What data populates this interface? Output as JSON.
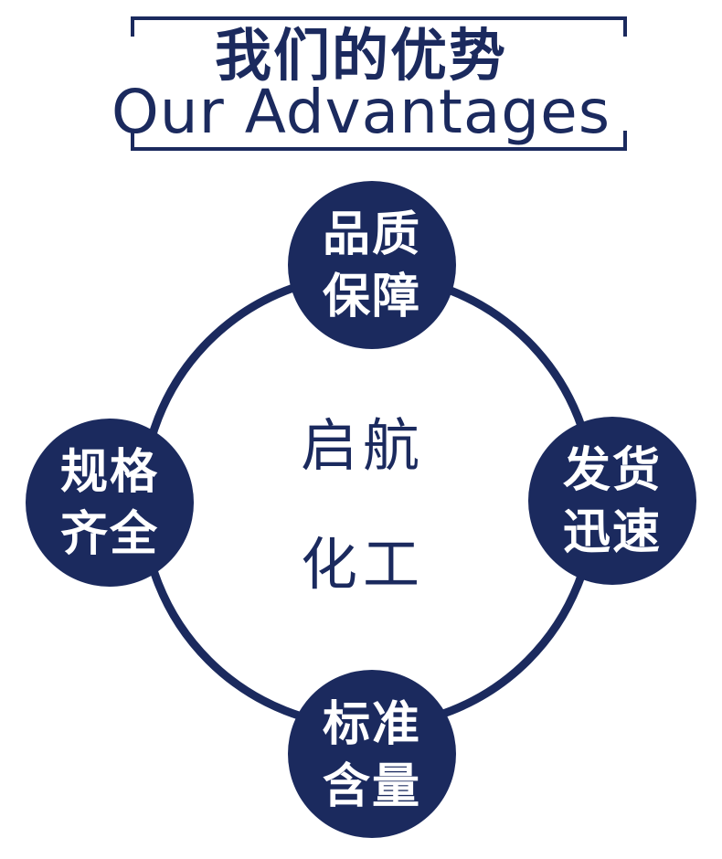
{
  "header": {
    "title_cn": "我们的优势",
    "title_en": "Our Advantages"
  },
  "center": {
    "line1": "启航",
    "line2": "化工"
  },
  "nodes": {
    "top": {
      "line1": "品质",
      "line2": "保障"
    },
    "right": {
      "line1": "发货",
      "line2": "迅速"
    },
    "bottom": {
      "line1": "标准",
      "line2": "含量"
    },
    "left": {
      "line1": "规格",
      "line2": "齐全"
    }
  },
  "colors": {
    "primary": "#1b2a5e",
    "background": "#ffffff",
    "node_text": "#ffffff"
  }
}
